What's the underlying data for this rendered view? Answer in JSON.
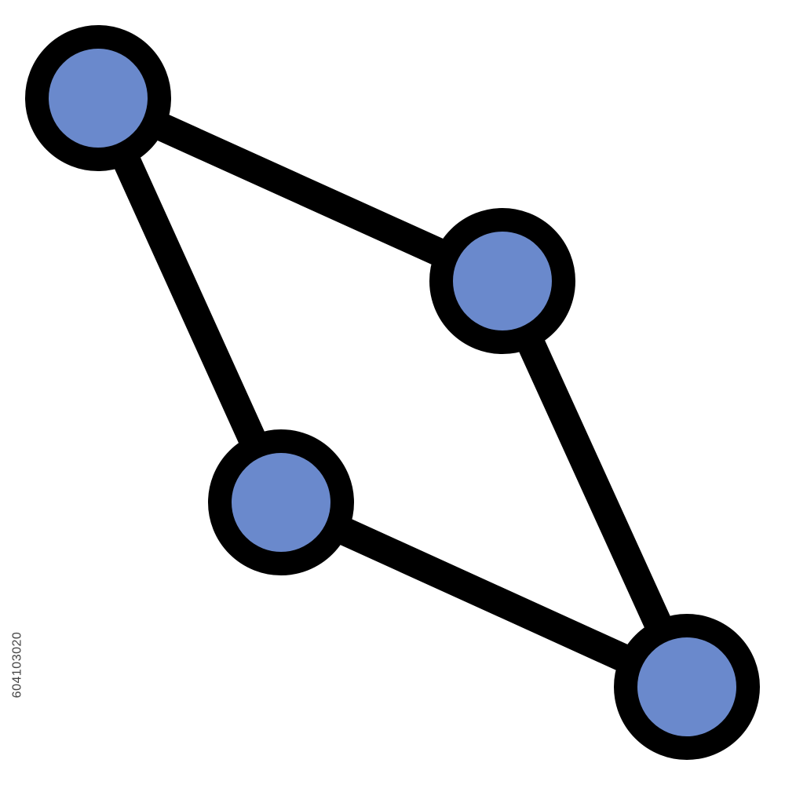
{
  "icon": {
    "name": "network-graph-icon",
    "edge_color": "#000000",
    "node_fill": "#6a89cc",
    "node_outline": "#000000",
    "node_count": 4,
    "edge_count": 4
  },
  "watermark": {
    "stock_id": "604103020"
  }
}
